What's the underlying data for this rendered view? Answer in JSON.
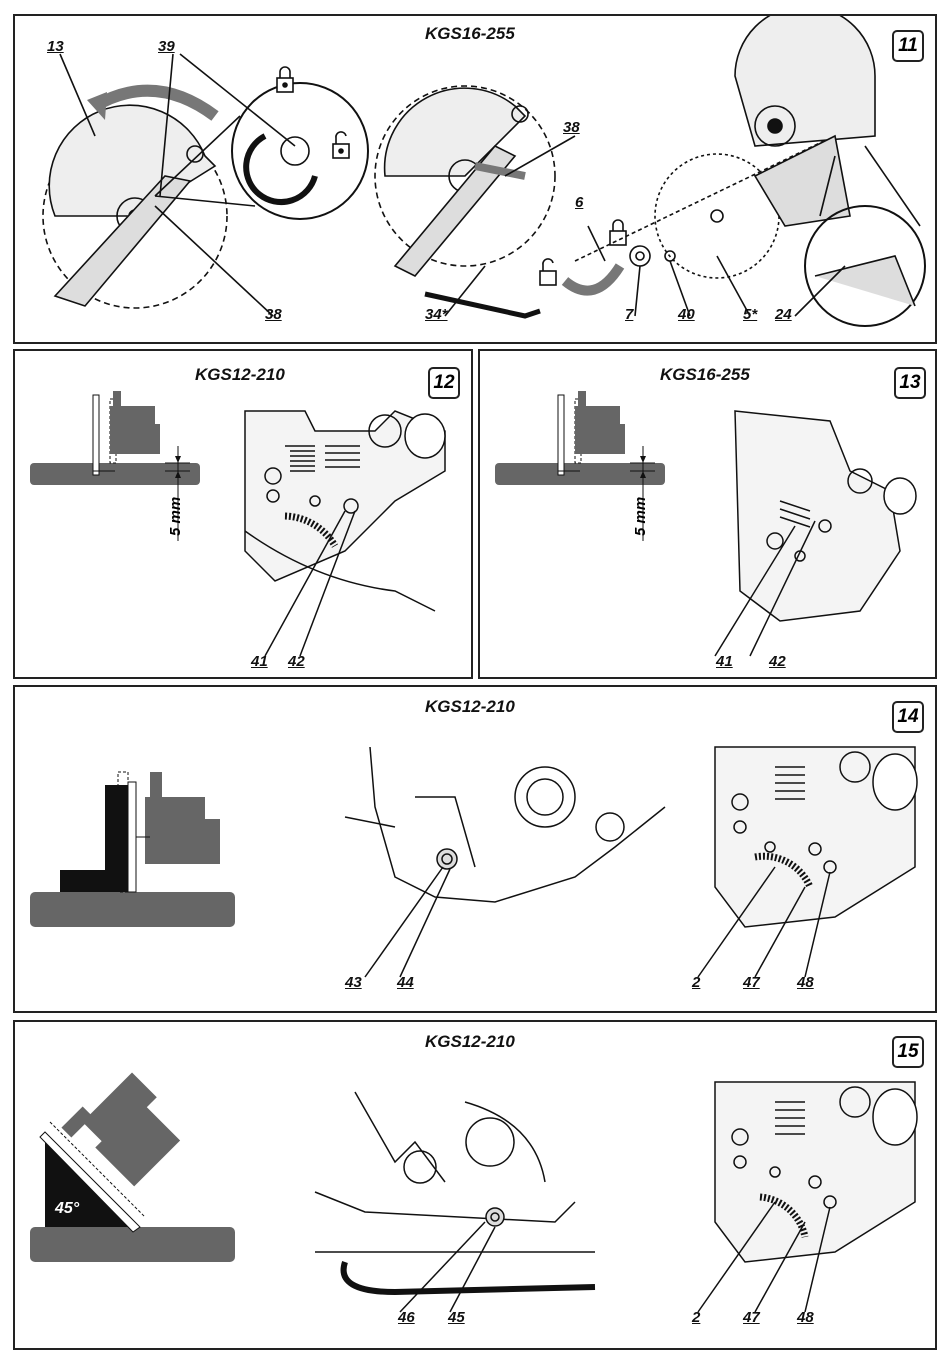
{
  "panels": {
    "p11": {
      "title": "KGS16-255",
      "number": "11",
      "labels": {
        "l13": "13",
        "l39": "39",
        "l38a": "38",
        "l38b": "38",
        "l6": "6",
        "l34": "34*",
        "l7": "7",
        "l40": "40",
        "l5": "5*",
        "l24": "24"
      }
    },
    "p12": {
      "title": "KGS12-210",
      "number": "12",
      "dimension": "5 mm",
      "labels": {
        "l41": "41",
        "l42": "42"
      }
    },
    "p13": {
      "title": "KGS16-255",
      "number": "13",
      "dimension": "5 mm",
      "labels": {
        "l41": "41",
        "l42": "42"
      }
    },
    "p14": {
      "title": "KGS12-210",
      "number": "14",
      "angle": "90°",
      "labels": {
        "l43": "43",
        "l44": "44",
        "l2": "2",
        "l47": "47",
        "l48": "48"
      }
    },
    "p15": {
      "title": "KGS12-210",
      "number": "15",
      "angle": "45°",
      "labels": {
        "l46": "46",
        "l45": "45",
        "l2": "2",
        "l47": "47",
        "l48": "48"
      }
    }
  },
  "icons": [
    "padlock-locked-icon",
    "padlock-unlocked-icon",
    "rotate-arrow-icon"
  ],
  "colors": {
    "ink": "#111111",
    "gray": "#666666",
    "frame": "#222222"
  }
}
